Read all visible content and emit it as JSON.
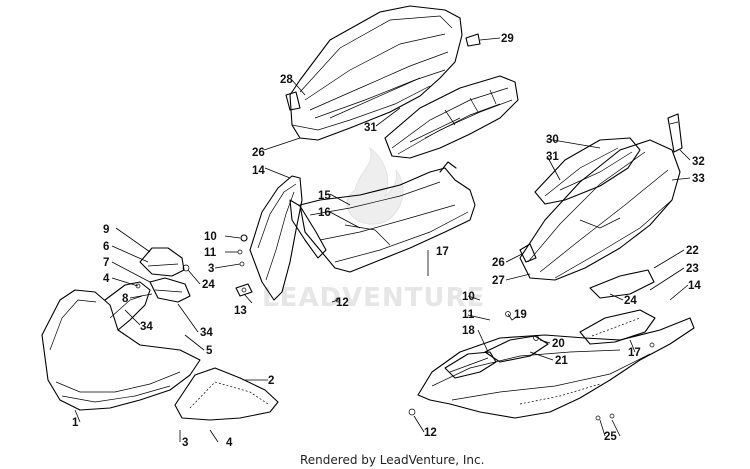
{
  "watermark": "LEADVENTURE",
  "credit": "Rendered by LeadVenture, Inc.",
  "callouts": [
    "29",
    "28",
    "31",
    "30",
    "31",
    "32",
    "33",
    "26",
    "14",
    "15",
    "16",
    "10",
    "11",
    "3",
    "13",
    "12",
    "17",
    "9",
    "6",
    "7",
    "4",
    "8",
    "24",
    "34",
    "34",
    "5",
    "1",
    "2",
    "3",
    "4",
    "26",
    "27",
    "22",
    "23",
    "24",
    "14",
    "10",
    "11",
    "18",
    "19",
    "20",
    "21",
    "17",
    "12",
    "25"
  ]
}
